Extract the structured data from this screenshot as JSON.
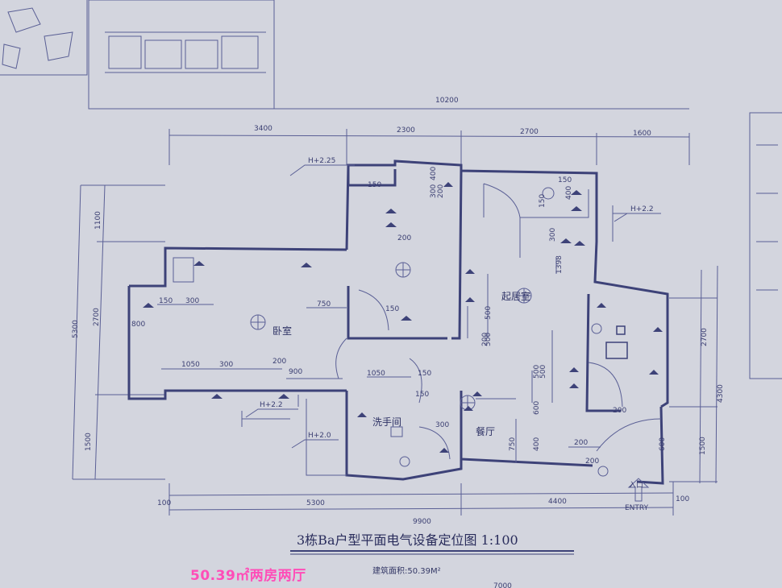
{
  "title": "3栋Ba户型平面电气设备定位图 1:100",
  "area_note": "建筑面积:50.39M²",
  "badge": "50.39㎡两房两厅",
  "corner_label": "7000",
  "entry": {
    "cn": "入口",
    "en": "ENTRY"
  },
  "rooms": {
    "bedroom": "卧室",
    "living": "起居室",
    "dining": "餐厅",
    "washroom": "洗手间"
  },
  "heights": [
    "H+2.25",
    "H+2.2",
    "H+2.2",
    "H+2.0"
  ],
  "dimensions": {
    "top_total": "10200",
    "top_segments": [
      "3400",
      "2300",
      "2700",
      "1600"
    ],
    "bottom_total": "9900",
    "bottom_segments": [
      "100",
      "5300",
      "4400",
      "100"
    ],
    "left_outer": "5300",
    "left_segments": [
      "1100",
      "2700",
      "1500"
    ],
    "right_outer": "4300",
    "right_segments": [
      "2700",
      "1500"
    ]
  },
  "inner_dims": [
    "150",
    "300",
    "750",
    "800",
    "1050",
    "300",
    "200",
    "900",
    "1050",
    "150",
    "200",
    "150",
    "400",
    "300",
    "200",
    "150",
    "400",
    "150",
    "1398",
    "300",
    "500",
    "500",
    "200",
    "150",
    "500",
    "500",
    "600",
    "200",
    "400",
    "750",
    "200",
    "200",
    "600",
    "300",
    "150"
  ],
  "colors": {
    "ink": "#3d4278",
    "badge": "#ff4db8"
  }
}
